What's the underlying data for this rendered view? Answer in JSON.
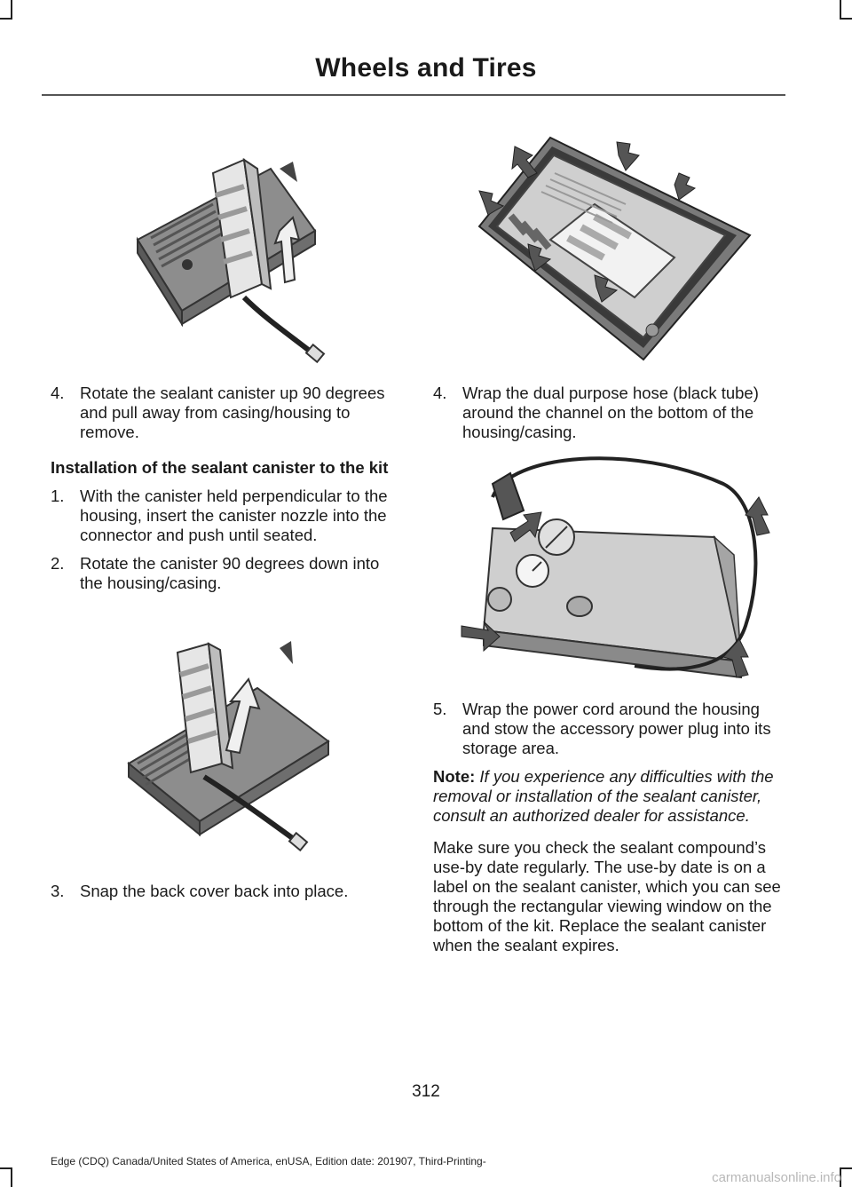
{
  "header": {
    "title": "Wheels and Tires"
  },
  "left_column": {
    "step_removal_4": {
      "number": "4.",
      "text": "Rotate the sealant canister up 90 degrees and pull away from casing/housing to remove."
    },
    "installation_heading": "Installation of the sealant canister to the kit",
    "install_steps": [
      {
        "number": "1.",
        "text": "With the canister held perpendicular to the housing, insert the canister nozzle into the connector and push until seated."
      },
      {
        "number": "2.",
        "text": "Rotate the canister 90 degrees down into the housing/casing."
      }
    ],
    "step_3": {
      "number": "3.",
      "text": "Snap the back cover back into place."
    }
  },
  "right_column": {
    "step_4": {
      "number": "4.",
      "text": "Wrap the dual purpose hose (black tube) around the channel on the bottom of the housing/casing."
    },
    "step_5": {
      "number": "5.",
      "text": "Wrap the power cord around the housing and stow the accessory power plug into its storage area."
    },
    "note_label": "Note:",
    "note_text": "If you experience any difficulties with the removal or installation of the sealant canister, consult an authorized dealer for assistance.",
    "paragraph": "Make sure you check the sealant compound’s use-by date regularly. The use-by date is on a label on the sealant canister, which you can see through the rectangular viewing window on the bottom of the kit. Replace the sealant canister when the sealant expires."
  },
  "footer": {
    "page_number": "312",
    "edition": "Edge (CDQ) Canada/United States of America, enUSA, Edition date: 201907, Third-Printing-",
    "watermark": "carmanualsonline.info"
  }
}
